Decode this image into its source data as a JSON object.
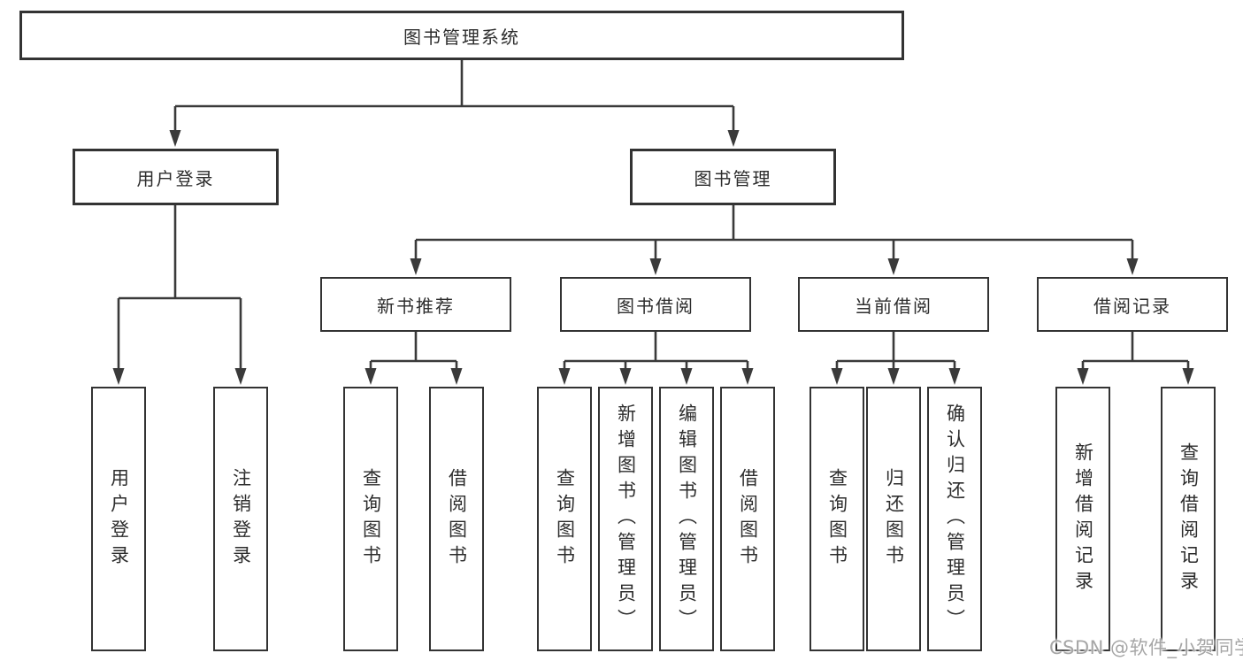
{
  "diagram": {
    "root": {
      "label": "图书管理系统"
    },
    "level2": [
      {
        "label": "用户登录"
      },
      {
        "label": "图书管理"
      }
    ],
    "level3": [
      {
        "label": "新书推荐"
      },
      {
        "label": "图书借阅"
      },
      {
        "label": "当前借阅"
      },
      {
        "label": "借阅记录"
      }
    ],
    "leaves": {
      "user_login": [
        "用户登录",
        "注销登录"
      ],
      "new_book": [
        "查询图书",
        "借阅图书"
      ],
      "book_borrow": [
        "查询图书",
        "新增图书（管理员）",
        "编辑图书（管理员）",
        "借阅图书"
      ],
      "current_borrow": [
        "查询图书",
        "归还图书",
        "确认归还（管理员）"
      ],
      "borrow_records": [
        "新增借阅记录",
        "查询借阅记录"
      ]
    },
    "colors": {
      "line": "#3a3a3a",
      "box_border": "#333333",
      "box_fill": "#ffffff",
      "text": "#2d2d2d",
      "watermark": "#a6a6a6"
    },
    "watermark": "CSDN @软件_小贺同学"
  }
}
